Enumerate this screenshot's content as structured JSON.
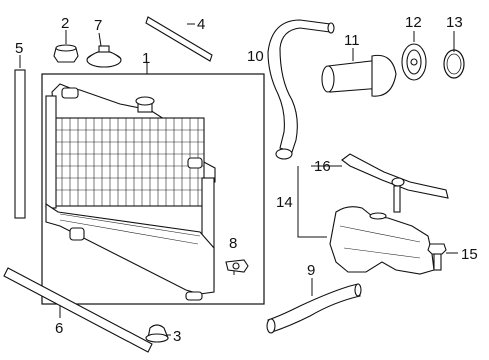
{
  "diagram": {
    "callouts": [
      "1",
      "2",
      "3",
      "4",
      "5",
      "6",
      "7",
      "8",
      "9",
      "10",
      "11",
      "12",
      "13",
      "14",
      "15",
      "16"
    ]
  }
}
